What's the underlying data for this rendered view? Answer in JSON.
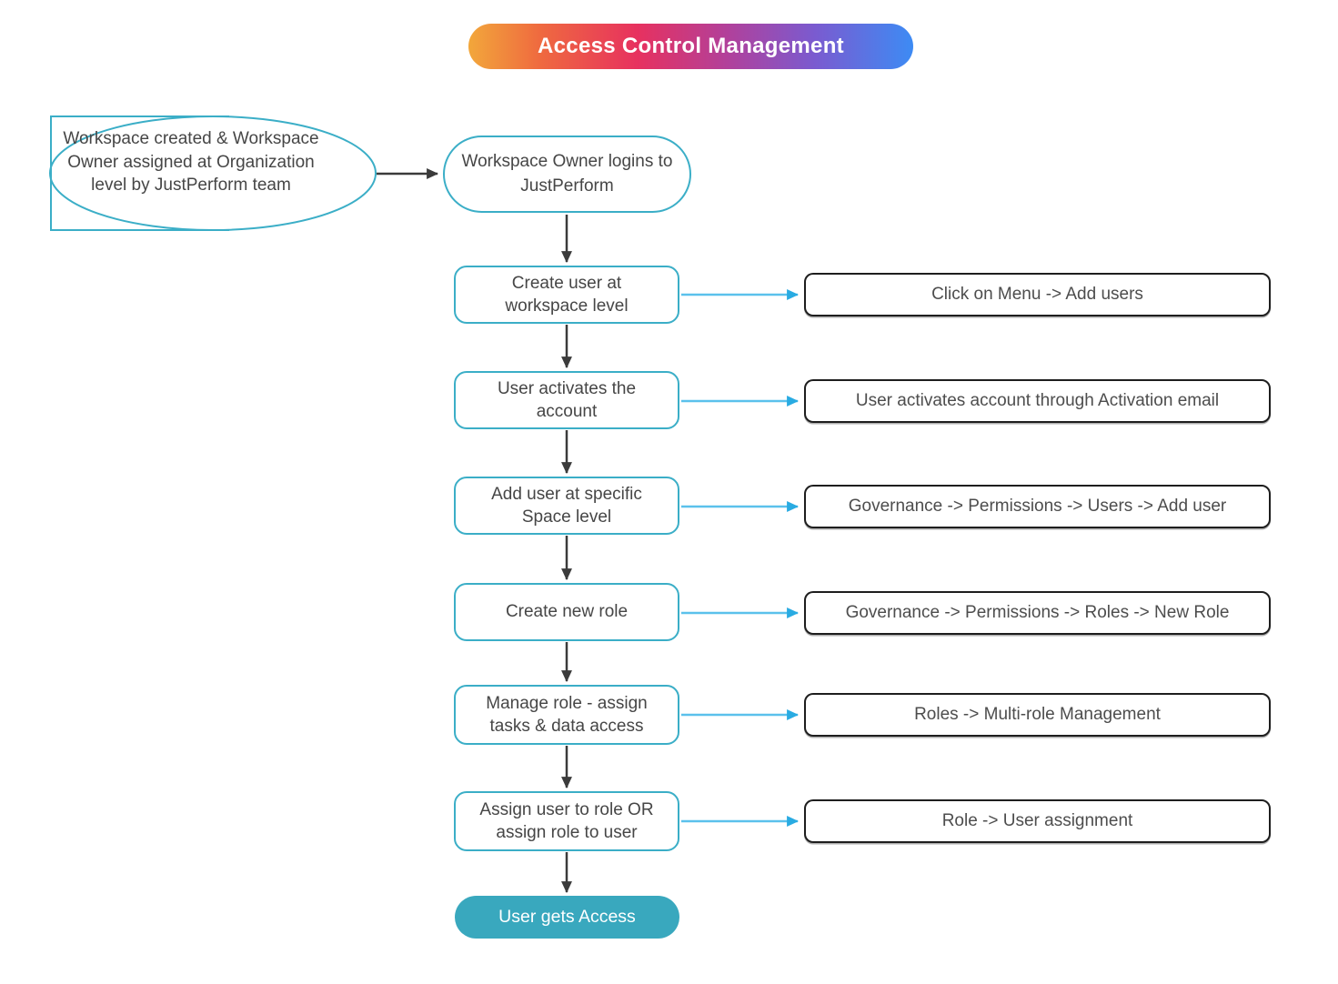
{
  "title": {
    "label": "Access Control Management"
  },
  "palette": {
    "banner_gradient_start": "#F2A73B",
    "banner_gradient_pink": "#E7315F",
    "banner_gradient_purple": "#9C4AA9",
    "banner_gradient_end": "#3D8BF4",
    "flow_node_border": "#3BAEC7",
    "end_node_fill": "#39A8BE",
    "detail_box_border": "#1E1E1E",
    "dark_arrow": "#3B3B3B",
    "blue_arrow_line": "#5BC1EC",
    "blue_arrow_head": "#29ABE2",
    "node_text": "#464646"
  },
  "nodes": {
    "start": {
      "label": "Workspace created & Workspace Owner assigned at Organization level by JustPerform team"
    },
    "login": {
      "label": "Workspace Owner logins to JustPerform"
    },
    "step1": {
      "label": "Create user at workspace level",
      "detail": "Click on Menu -> Add users"
    },
    "step2": {
      "label": "User activates the account",
      "detail": "User activates account through Activation email"
    },
    "step3": {
      "label": "Add user at specific Space level",
      "detail": "Governance -> Permissions -> Users -> Add user"
    },
    "step4": {
      "label": "Create new role",
      "detail": "Governance -> Permissions -> Roles -> New Role"
    },
    "step5": {
      "label": "Manage role - assign tasks & data access",
      "detail": "Roles -> Multi-role Management"
    },
    "step6": {
      "label": "Assign user to role OR assign role to user",
      "detail": "Role -> User assignment"
    },
    "end": {
      "label": "User gets Access"
    }
  }
}
